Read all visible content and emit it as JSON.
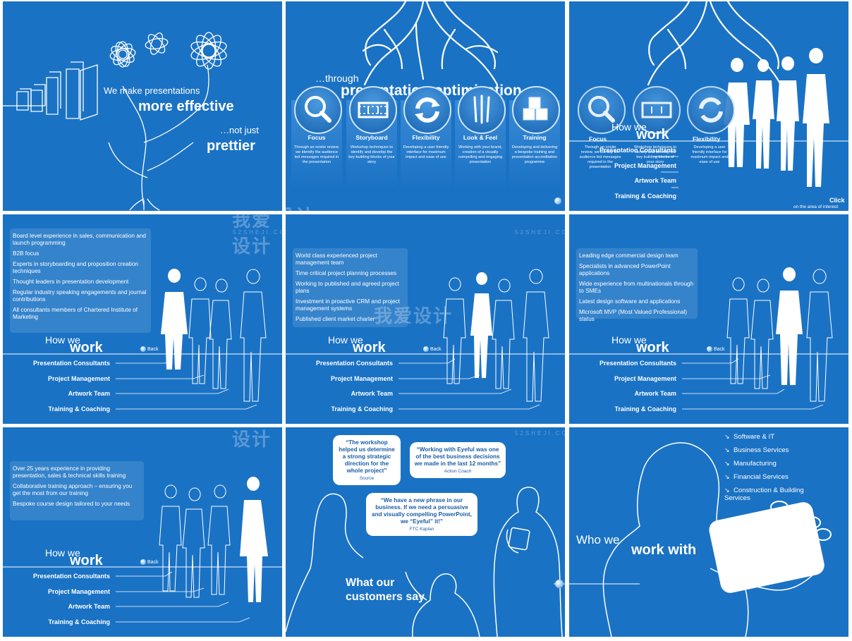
{
  "slide1": {
    "line1": "We make presentations",
    "line2": "more effective",
    "line3": "…not just",
    "line4": "prettier"
  },
  "slide2": {
    "line1": "…through",
    "line2": "presentation optimisation",
    "columns": [
      {
        "icon": "magnifier-icon",
        "title": "Focus",
        "desc": "Through an onsite review, we identify the audience led messages required in the presentation"
      },
      {
        "icon": "film-strip-icon",
        "title": "Storyboard",
        "desc": "Workshop techniques to identify and develop the key building blocks of your story"
      },
      {
        "icon": "refresh-arrows-icon",
        "title": "Flexibility",
        "desc": "Developing a user friendly interface for maximum impact and ease of use"
      },
      {
        "icon": "paintbrushes-icon",
        "title": "Look & Feel",
        "desc": "Working with your brand, creation of a visually compelling and engaging presentation"
      },
      {
        "icon": "cubes-icon",
        "title": "Training",
        "desc": "Developing and delivering a bespoke training and presentation accreditation programme"
      }
    ]
  },
  "slide3": {
    "how": "How we",
    "work": "work",
    "nav": [
      "Presentation Consultants",
      "Project Management",
      "Artwork Team",
      "Training & Coaching"
    ],
    "col_titles": [
      "Focus",
      "Storyboard",
      "Flexibility"
    ],
    "col_desc": [
      "Through an onsite review, we identify the audience led messages required in the presentation",
      "Workshop techniques to identify and develop the key building blocks of your story",
      "Developing a user friendly interface for maximum impact and ease of use"
    ],
    "click": "Click",
    "click_sub": "on the area of interest"
  },
  "nav": {
    "how": "How we",
    "work": "work",
    "back": "Back",
    "items": [
      "Presentation Consultants",
      "Project Management",
      "Artwork Team",
      "Training & Coaching"
    ]
  },
  "slide4": {
    "items": [
      "Board level experience in sales, communication and launch programming",
      "B2B focus",
      "Experts in storyboarding and proposition creation techniques",
      "Thought leaders in presentation development",
      "Regular industry speaking engagements and journal contributions",
      "All consultants members of Chartered Institute of Marketing"
    ]
  },
  "slide5": {
    "items": [
      "World class experienced project management team",
      "Time critical project planning processes",
      "Working to published and agreed project plans",
      "Investment in proactive CRM and project management systems",
      "Published client market charter"
    ]
  },
  "slide6": {
    "items": [
      "Leading edge commercial design team",
      "Specialists in advanced PowerPoint applications",
      "Wide experience from multinationals through to SMEs",
      "Latest design software and applications",
      "Microsoft MVP (Most Valued Professional) status"
    ]
  },
  "slide7": {
    "items": [
      "Over 25 years experience in providing presentation, sales & technical skills training",
      "Collaborative training approach – ensuring you get the most from our training",
      "Bespoke course design tailored to your needs"
    ]
  },
  "slide8": {
    "quotes": [
      {
        "text": "“The workshop helped us determine a strong strategic direction for the whole project”",
        "source": "Source"
      },
      {
        "text": "“Working with Eyeful was one of the best business decisions we made in the last 12 months”",
        "source": "Action Coach"
      },
      {
        "text": "“We have a new phrase in our business. If we need a persuasive and visually compelling PowerPoint, we “Eyeful” it!”",
        "source": "FTC Kaplan"
      }
    ],
    "title_line1": "What our",
    "title_line2": "customers say"
  },
  "slide9": {
    "who": "Who we",
    "work_with": "work with",
    "sectors": [
      "Software & IT",
      "Business Services",
      "Manufacturing",
      "Financial Services",
      "Construction & Building Services"
    ]
  },
  "watermark": {
    "main": "我爱设计",
    "sub": "52SHEJI.CC"
  },
  "colors": {
    "slide_bg": "#1a72c4",
    "text": "#ffffff",
    "bubble_text": "#1a5ea6"
  }
}
